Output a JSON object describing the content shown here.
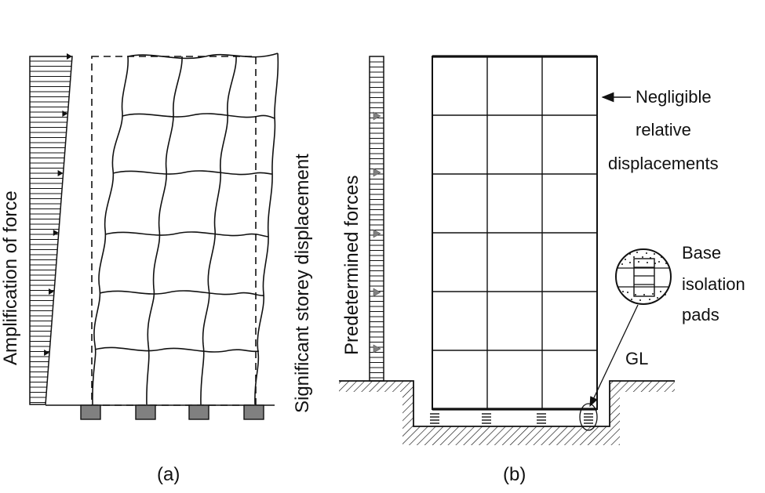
{
  "panel_a": {
    "force_label": "Amplification of force",
    "displacement_label": "Significant storey displacement",
    "caption": "(a)"
  },
  "panel_b": {
    "force_label": "Predetermined forces",
    "note_line1": "Negligible",
    "note_line2": "relative",
    "note_line3": "displacements",
    "pads_line1": "Base",
    "pads_line2": "isolation",
    "pads_line3": "pads",
    "ground_label": "GL",
    "caption": "(b)"
  },
  "colors": {
    "line": "#111111",
    "fill_grey": "#808080"
  }
}
